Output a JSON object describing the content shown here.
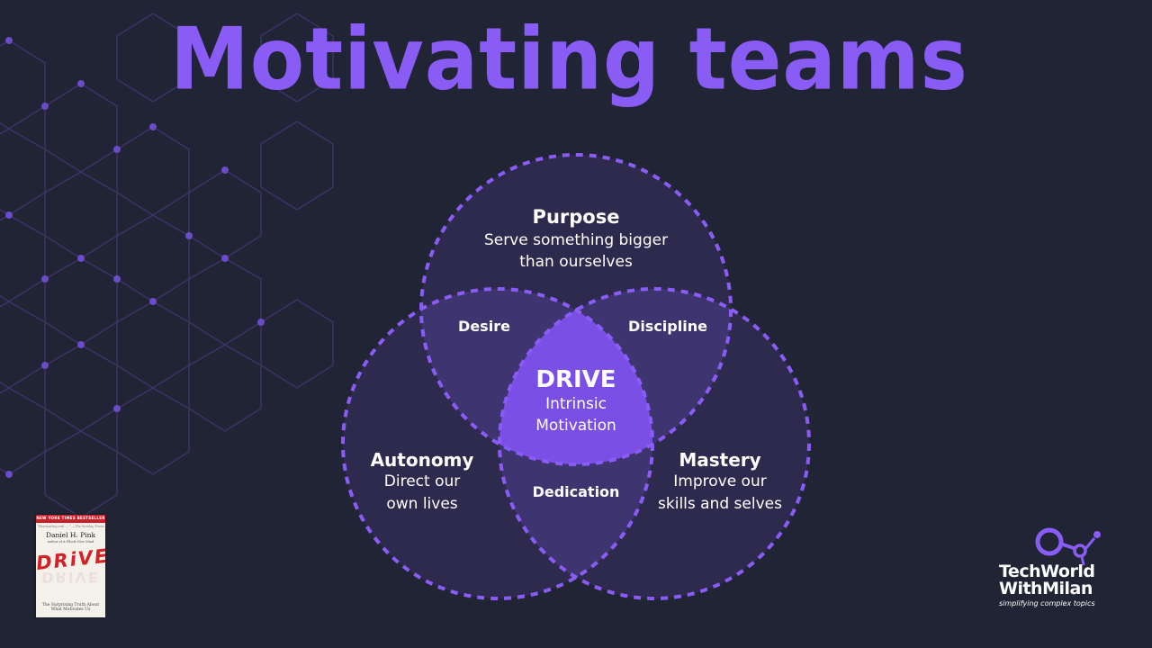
{
  "title": "Motivating teams",
  "diagram": {
    "top": {
      "heading": "Purpose",
      "desc1": "Serve something bigger",
      "desc2": "than ourselves"
    },
    "left": {
      "heading": "Autonomy",
      "desc1": "Direct our",
      "desc2": "own lives"
    },
    "right": {
      "heading": "Mastery",
      "desc1": "Improve our",
      "desc2": "skills and selves"
    },
    "overlap_top_left": "Desire",
    "overlap_top_right": "Discipline",
    "overlap_bottom": "Dedication",
    "center": {
      "heading": "DRIVE",
      "line1": "Intrinsic",
      "line2": "Motivation"
    }
  },
  "book": {
    "band": "NEW YORK TIMES BESTSELLER",
    "blurb": "“Fascinating and ... ” —The Sunday Times",
    "author": "Daniel H. Pink",
    "previous": "author of A Whole New Mind",
    "title": "DRiVE",
    "subtitle": "The Surprising Truth About What Motivates Us"
  },
  "logo": {
    "line1": "TechWorld",
    "line2": "WithMilan",
    "tagline": "simplifying complex topics"
  },
  "colors": {
    "background": "#202434",
    "accent": "#8a5cf6",
    "circle_fill": "#2e2a4e",
    "overlap_fill": "#3e3470",
    "center_fill": "#7a4fe6"
  }
}
